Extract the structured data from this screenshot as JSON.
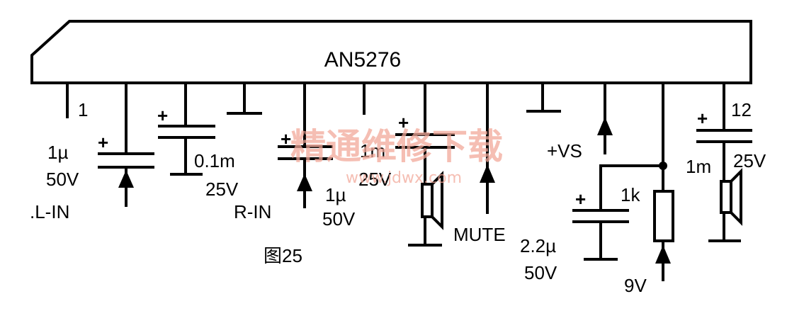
{
  "chip": {
    "name": "AN5276"
  },
  "pins": {
    "pin1": "1",
    "pin12": "12"
  },
  "components": {
    "c_left_in": {
      "value": "1µ",
      "voltage": "50V"
    },
    "c_bypass": {
      "value": "0.1m",
      "voltage": "25V"
    },
    "c_right_in": {
      "value": "1µ",
      "voltage": "50V"
    },
    "c_output_left": {
      "value": "1m",
      "voltage": "25V"
    },
    "c_mute": {
      "value": "2.2µ",
      "voltage": "50V"
    },
    "c_output_right": {
      "value": "1m",
      "voltage": "25V"
    },
    "resistor": {
      "value": "1k"
    }
  },
  "labels": {
    "left_in": ".L-IN",
    "right_in": "R-IN",
    "mute": "MUTE",
    "vs": "+VS",
    "nine_volt": "9V",
    "figure": "图25",
    "plus": "+"
  },
  "watermark": {
    "main": "精通维修下载",
    "url": "www.jdwx.com"
  }
}
